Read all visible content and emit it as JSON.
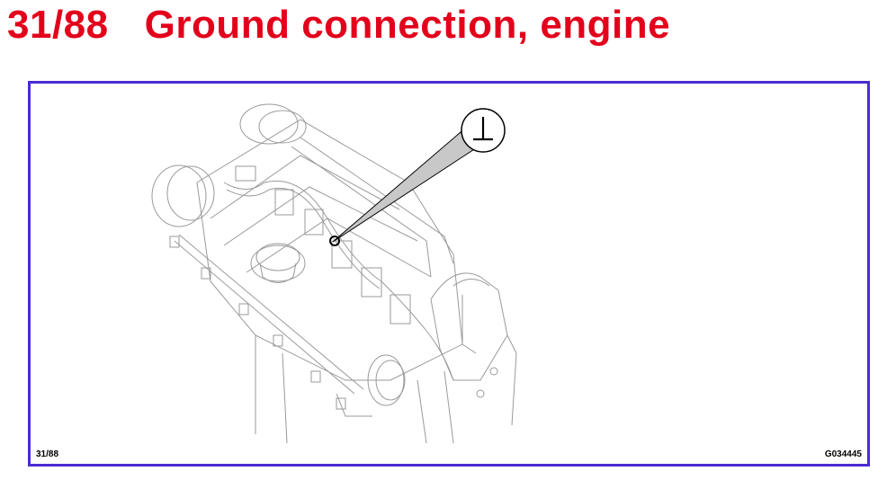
{
  "header": {
    "ref": "31/88",
    "title": "Ground connection, engine",
    "title_color": "#e3001b"
  },
  "frame": {
    "border_color": "#4b2bd4"
  },
  "diagram": {
    "ground_symbol": "⊥",
    "icon": "ground-symbol-icon"
  },
  "footer": {
    "ref": "31/88",
    "figure_code": "G034445"
  }
}
